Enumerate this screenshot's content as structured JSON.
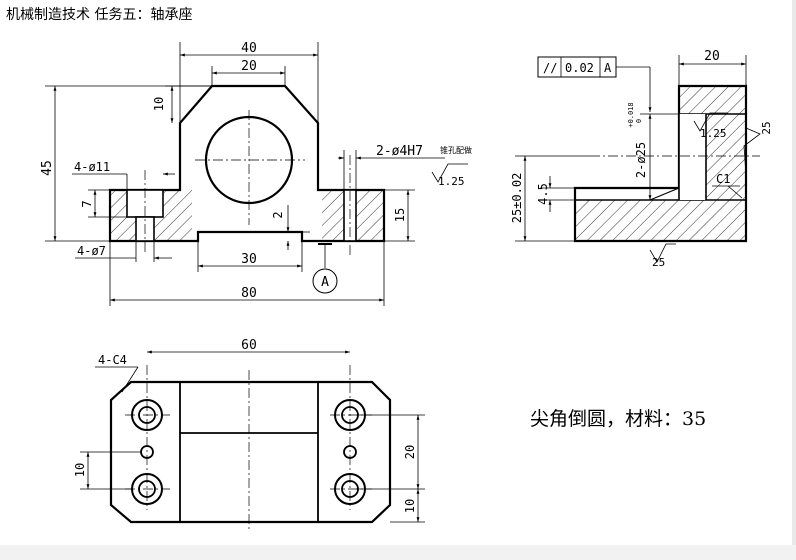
{
  "title": "机械制造技术 任务五：轴承座",
  "note": "尖角倒圆，材料：35",
  "front_view": {
    "dim_width_overall": "40",
    "dim_width_top": "20",
    "dim_height_chamfer": "10",
    "dim_height_total": "45",
    "dim_hole_small": "4-ø11",
    "dim_hole_cbore": "4-ø7",
    "dim_depth_7": "7",
    "dim_pin": "2-ø4H7",
    "dim_pin_note": "锥孔配做",
    "roughness_pin": "1.25",
    "dim_groove_depth": "2",
    "dim_base_height": "15",
    "dim_groove_width": "30",
    "dim_length": "80",
    "datum": "A"
  },
  "side_view": {
    "tolerance_symbol": "//",
    "tolerance_value": "0.02",
    "tolerance_datum": "A",
    "dim_top_width": "20",
    "roughness_bore": "1.25",
    "roughness_side": "25",
    "dim_bore": "2-ø25",
    "dim_bore_tol_upper": "+0.018",
    "dim_bore_tol_lower": "0",
    "dim_center_height": "25±0.02",
    "dim_flange": "4.5",
    "chamfer": "C1",
    "roughness_bottom": "25"
  },
  "top_view": {
    "dim_chamfer_corners": "4-C4",
    "dim_hole_spacing": "60",
    "dim_hole_dist_left": "10",
    "dim_hole_dist_right": "20",
    "dim_edge": "10"
  }
}
